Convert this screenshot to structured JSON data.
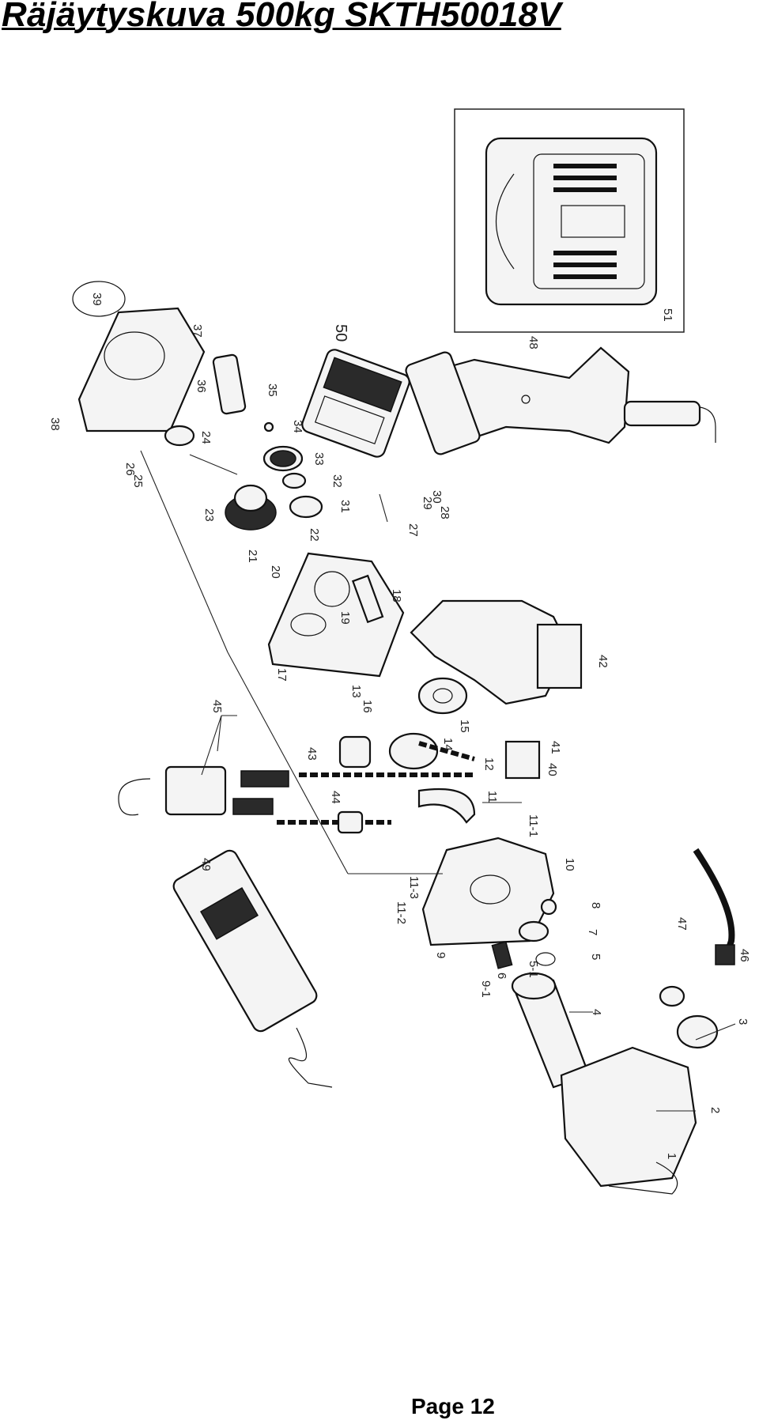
{
  "page": {
    "title": "Räjäytyskuva 500kg SKTH50018V",
    "footer": "Page 12"
  },
  "part_labels": {
    "p1": "1",
    "p2": "2",
    "p3": "3",
    "p4": "4",
    "p5": "5",
    "p5_1": "5-1",
    "p6": "6",
    "p7": "7",
    "p8": "8",
    "p9": "9",
    "p9_1": "9-1",
    "p10": "10",
    "p11": "11",
    "p11_1": "11-1",
    "p11_2": "11-2",
    "p11_3": "11-3",
    "p12": "12",
    "p13": "13",
    "p14": "14",
    "p15": "15",
    "p16": "16",
    "p17": "17",
    "p18": "18",
    "p19": "19",
    "p20": "20",
    "p21": "21",
    "p22": "22",
    "p23": "23",
    "p24": "24",
    "p25": "25",
    "p26": "26",
    "p27": "27",
    "p28": "28",
    "p29": "29",
    "p30": "30",
    "p31": "31",
    "p32": "32",
    "p33": "33",
    "p34": "34",
    "p35": "35",
    "p36": "36",
    "p37": "37",
    "p38": "38",
    "p39": "39",
    "p40": "40",
    "p41": "41",
    "p42": "42",
    "p43": "43",
    "p44": "44",
    "p45": "45",
    "p46": "46",
    "p47": "47",
    "p48": "48",
    "p49": "49",
    "p50": "50",
    "p51": "51"
  }
}
